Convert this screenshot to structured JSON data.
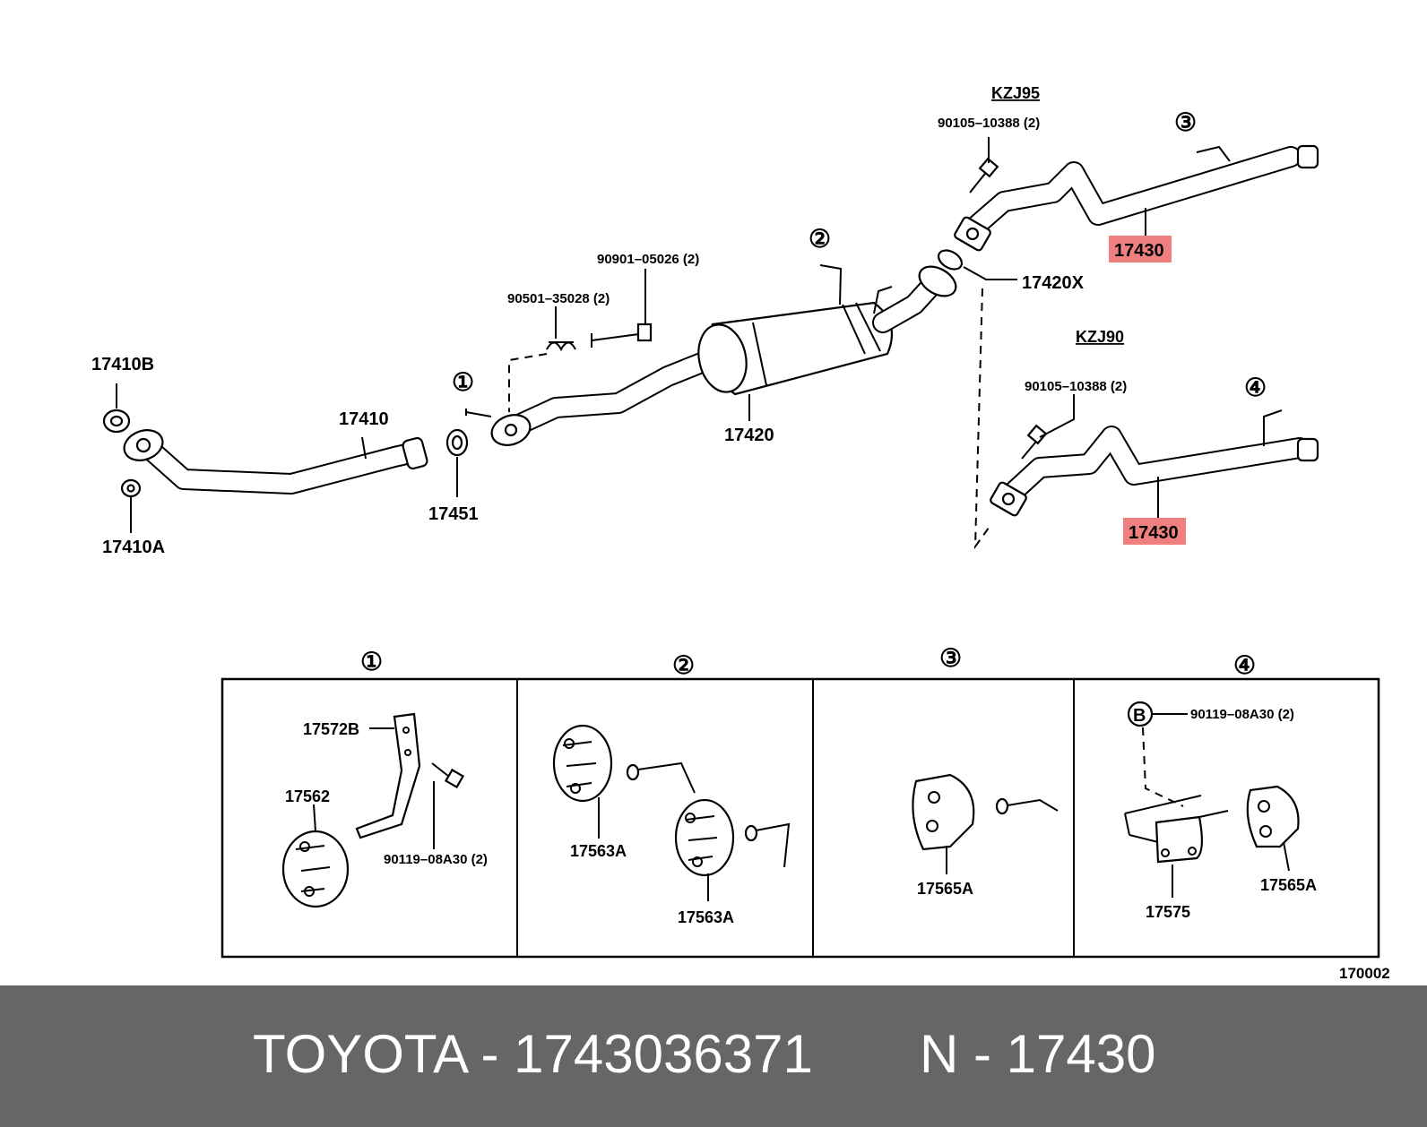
{
  "labels": {
    "p17410B": "17410B",
    "p17410": "17410",
    "p17410A": "17410A",
    "p17451": "17451",
    "c1": "①",
    "p90501": "90501–35028 (2)",
    "p90901": "90901–05026 (2)",
    "p17420": "17420",
    "c2": "②",
    "kzj95": "KZJ95",
    "p90105a": "90105–10388 (2)",
    "c3": "③",
    "p17430a": "17430",
    "p17420X": "17420X",
    "kzj90": "KZJ90",
    "p90105b": "90105–10388 (2)",
    "c4": "④",
    "p17430b": "17430",
    "d1": "①",
    "d2": "②",
    "d3": "③",
    "d4": "④",
    "p17572B": "17572B",
    "p17562": "17562",
    "p90119a": "90119–08A30 (2)",
    "p17563Aa": "17563A",
    "p17563Ab": "17563A",
    "p17565Aa": "17565A",
    "markB": "B",
    "p90119b": "90119–08A30 (2)",
    "p17575": "17575",
    "p17565Ab": "17565A",
    "figno": "170002"
  },
  "highlight_color": "#f08080",
  "footer": {
    "brand_part": "TOYOTA - 1743036371",
    "ref": "N - 17430"
  }
}
